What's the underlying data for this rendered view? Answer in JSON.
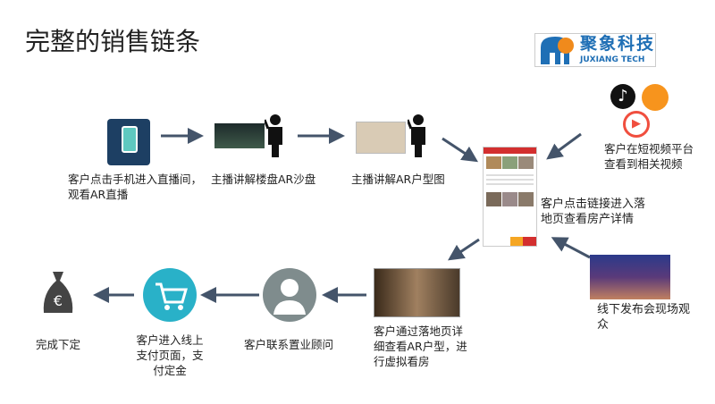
{
  "title": "完整的销售链条",
  "logo": {
    "cn": "聚象科技",
    "en": "JUXIANG TECH"
  },
  "steps": {
    "step1": [
      "客户点击手机进入直播间，",
      "观看AR直播"
    ],
    "step2": "主播讲解楼盘AR沙盘",
    "step3": "主播讲解AR户型图",
    "short_video": [
      "客户在短视频平台",
      "查看到相关视频"
    ],
    "landing": [
      "客户点击链接进入落",
      "地页查看房产详情"
    ],
    "offline": [
      "线下发布会现场观",
      "众"
    ],
    "ar_view": [
      "客户通过落地页详",
      "细查看AR户型，进",
      "行虚拟看房"
    ],
    "contact": "客户联系置业顾问",
    "pay": [
      "客户进入线上",
      "支付页面，支",
      "付定金"
    ],
    "done": "完成下定"
  },
  "colors": {
    "arrow": "#44546a",
    "cart": "#29b1c8",
    "person": "#7f8c8d",
    "brand": "#1f6fb5",
    "accent": "#f08a1c"
  }
}
